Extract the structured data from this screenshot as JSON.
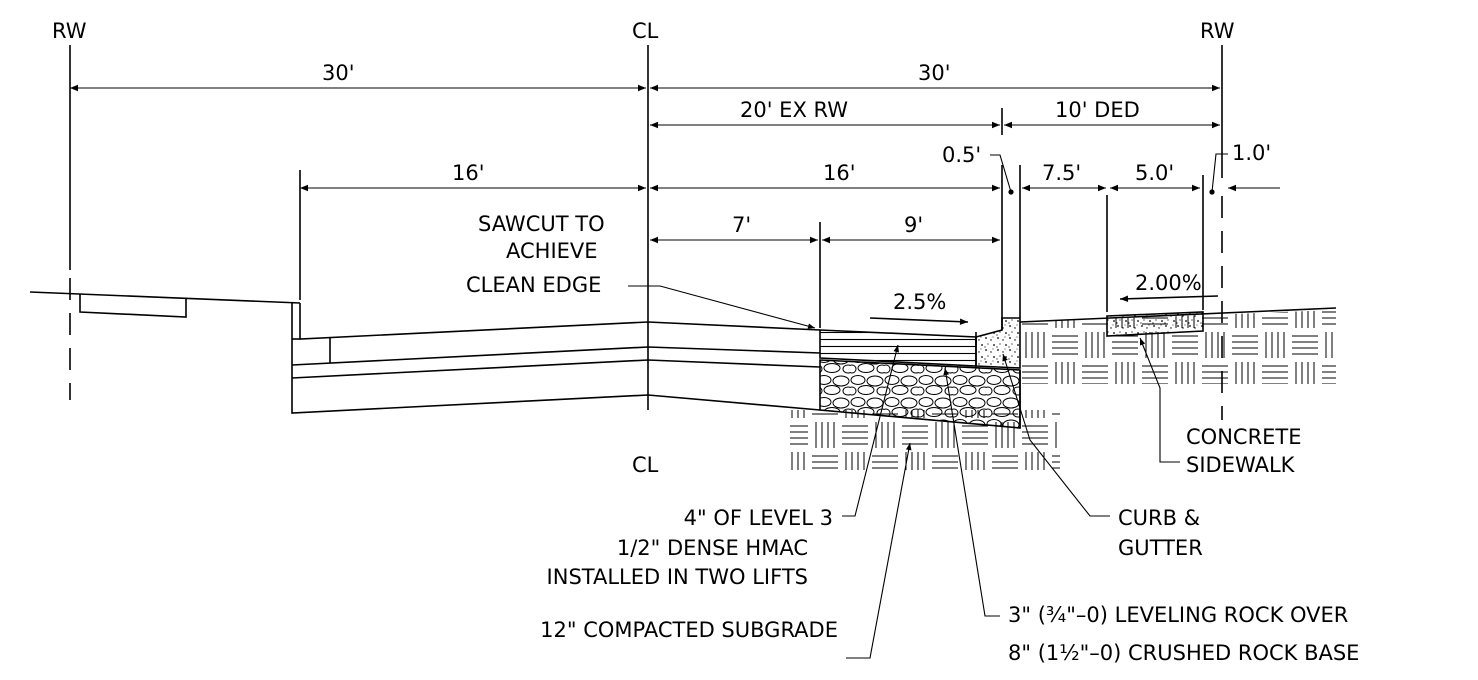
{
  "markers": {
    "rw_left": "RW",
    "centerline_top": "CL",
    "rw_right": "RW",
    "centerline_bottom": "CL"
  },
  "dimensions": {
    "left_row": "30'",
    "right_row": "30'",
    "existing_row": "20' EX RW",
    "dedication": "10' DED",
    "left_paved": "16'",
    "right_paved": "16'",
    "curb_width": "0.5'",
    "planter_strip": "7.5'",
    "sidewalk": "5.0'",
    "back_of_walk": "1.0'",
    "existing_pavement": "7'",
    "widening": "9'"
  },
  "slopes": {
    "travel_lane": "2.5%",
    "sidewalk": "2.00%"
  },
  "callouts": {
    "sawcut": [
      "SAWCUT TO",
      "ACHIEVE",
      "CLEAN EDGE"
    ],
    "sidewalk": [
      "CONCRETE",
      "SIDEWALK"
    ],
    "curb": [
      "CURB &",
      "GUTTER"
    ],
    "hmac": [
      "4\" OF LEVEL 3",
      "1/2\" DENSE HMAC",
      "INSTALLED IN TWO LIFTS"
    ],
    "subgrade": "12\" COMPACTED SUBGRADE",
    "rock_base_1": "3\" (¾\"–0) LEVELING ROCK OVER",
    "rock_base_2": "8\" (1½\"–0) CRUSHED ROCK BASE"
  },
  "hatching": {
    "asphalt": "horizontal lines",
    "rock_base": "rounded aggregate",
    "concrete": "stipple",
    "native_soil": "basket-weave"
  }
}
